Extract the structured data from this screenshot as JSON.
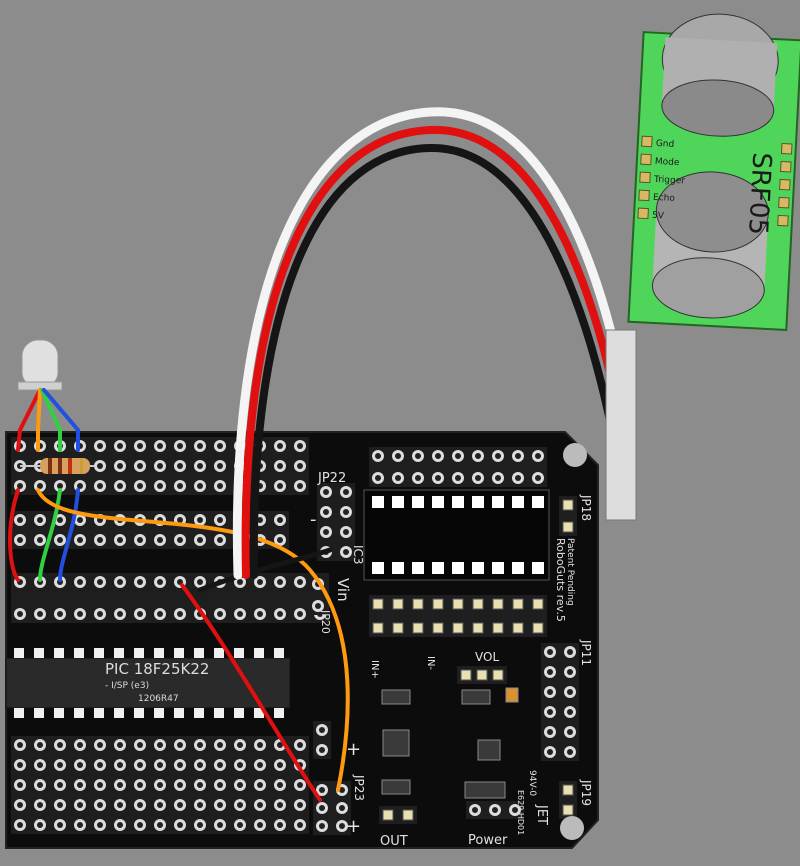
{
  "colors": {
    "background": "#8c8c8c",
    "pcb": "#0c0c0c",
    "sensor_board": "#4fd65a",
    "wire_red": "#e01010",
    "wire_orange": "#ff9a10",
    "wire_green": "#30d040",
    "wire_blue": "#2050e0",
    "wire_white": "#f4f4f4",
    "wire_black": "#151515"
  },
  "chip": {
    "name": "PIC 18F25K22",
    "line2": "- I/SP (e3)",
    "line3": "1206R47"
  },
  "board": {
    "name": "RoboGuts rev.5",
    "patent": "Patent Pending",
    "labels": {
      "jp22": "JP22",
      "ic3": "IC3",
      "vin": "Vin",
      "jp20": "JP20",
      "jp18": "JP18",
      "jp11": "JP11",
      "jp23": "JP23",
      "jp19": "JP19",
      "vol": "VOL",
      "in_plus": "IN+",
      "in_minus": "IN-",
      "out": "OUT",
      "power": "Power",
      "plus": "+",
      "minus": "-",
      "cert": "94V-0",
      "maker": "JET",
      "code": "E629 HD01"
    }
  },
  "sensor": {
    "name": "SRF05",
    "pins": [
      "Gnd",
      "Mode",
      "Trigger",
      "Echo",
      "5V"
    ]
  }
}
